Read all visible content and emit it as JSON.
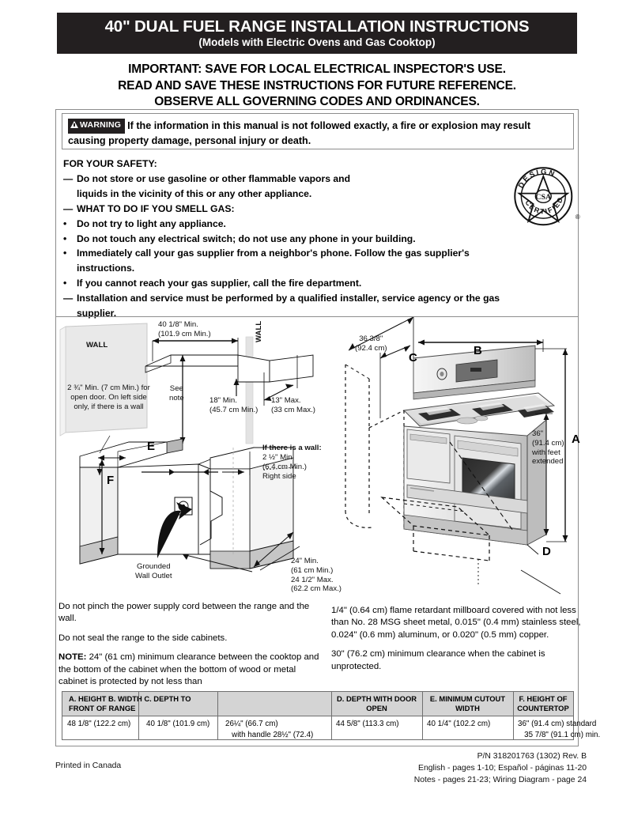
{
  "banner": {
    "title": "40\" DUAL FUEL RANGE INSTALLATION INSTRUCTIONS",
    "subtitle": "(Models with Electric Ovens and Gas Cooktop)"
  },
  "important": {
    "line1": "IMPORTANT: SAVE FOR LOCAL ELECTRICAL INSPECTOR'S USE.",
    "line2": "READ AND SAVE THESE INSTRUCTIONS FOR FUTURE REFERENCE.",
    "line3": "OBSERVE ALL GOVERNING CODES AND ORDINANCES."
  },
  "warning": {
    "badge": "WARNING",
    "text_line1": "If the information in this manual is not followed exactly, a fire or explosion may result",
    "text_line2": "causing property damage, personal injury or death."
  },
  "safety": {
    "heading": "FOR YOUR SAFETY:",
    "items": [
      {
        "mark": "—",
        "text": "Do not store or use gasoline or other flammable vapors and",
        "cont": "liquids in the vicinity of this or any other appliance."
      },
      {
        "mark": "—",
        "text": "WHAT TO DO IF YOU SMELL GAS:",
        "cont": ""
      },
      {
        "mark": "•",
        "text": "Do not try to light any appliance.",
        "cont": ""
      },
      {
        "mark": "•",
        "text": "Do not touch any electrical switch; do not use any phone in your building.",
        "cont": ""
      },
      {
        "mark": "•",
        "text": "Immediately call your gas supplier from a neighbor's phone. Follow the gas supplier's",
        "cont": "instructions."
      },
      {
        "mark": "•",
        "text": "If you cannot reach your gas supplier, call the fire department.",
        "cont": ""
      },
      {
        "mark": "—",
        "text": "Installation and service must be performed by a qualified installer, service agency or the gas",
        "cont": "supplier."
      }
    ]
  },
  "csa_logo": {
    "top_text": "DESIGN",
    "bottom_text": "CERTIFIED",
    "center_text": "CSA",
    "registered_mark": "®"
  },
  "diagram_left": {
    "wall_label": "WALL",
    "wall_label_right": "WALL",
    "dim_top": "40 1/8\" Min.\n(101.9 cm Min.)",
    "see_note": "See\nnote",
    "left_clearance": "2 ¾\" Min. (7 cm\nMin.) for open door.\nOn left side only, if\nthere is a wall",
    "dim_18": "18\" Min.\n(45.7 cm Min.)",
    "dim_13": "13\" Max.\n(33 cm Max.)",
    "if_wall_title": "If there is a wall:",
    "if_wall_body": "2 ½\" Min.\n(6.4 cm Min.)\nRight side",
    "letter_E": "E",
    "letter_F": "F",
    "outlet_label": "Grounded\nWall Outlet",
    "dim_24": "24\" Min.\n(61 cm Min.)\n24 1/2\" Max.\n(62.2 cm Max.)"
  },
  "diagram_right": {
    "dim_depth": "36 3/8\"\n(92.4 cm)",
    "letter_A": "A",
    "letter_B": "B",
    "letter_C": "C",
    "letter_D": "D",
    "height_note": "36\"\n(91.4 cm)\nwith feet\nextended"
  },
  "notes_left": [
    "Do not pinch the power supply cord between the range and the wall.",
    "Do not seal the range to the side cabinets.",
    "NOTE: 24\" (61 cm) minimum clearance between the cooktop and the bottom of the cabinet when the bottom of wood or metal cabinet is protected by not less than"
  ],
  "notes_left_bold_prefix": "NOTE:",
  "notes_right": [
    "1/4\" (0.64 cm) flame retardant millboard covered with not less than No. 28 MSG sheet metal, 0.015\" (0.4 mm) stainless steel, 0.024\" (0.6 mm) aluminum, or 0.020\" (0.5 mm) copper.",
    "30\" (76.2 cm) minimum clearance when the cabinet is unprotected."
  ],
  "table": {
    "headers": [
      "A. HEIGHT",
      "B. WIDTH",
      "C. DEPTH TO FRONT\nOF RANGE",
      "D. DEPTH WITH\nDOOR OPEN",
      "E. MINIMUM\nCUTOUT WIDTH",
      "F. HEIGHT OF\nCOUNTERTOP"
    ],
    "values": [
      "48 1/8\" (122.2 cm)",
      "40 1/8\" (101.9 cm)",
      "26¼\" (66.7 cm)\n   with handle 28½\" (72.4)",
      "44 5/8\" (113.3 cm)",
      "40 1/4\" (102.2 cm)",
      "36\" (91.4 cm) standard\n   35 7/8\" (91.1 cm) min."
    ]
  },
  "footer": {
    "printed_in": "Printed in Canada",
    "pn": "P/N 318201763 (1302) Rev. B",
    "pages": "English - pages 1-10; Español - páginas 11-20",
    "notes_pages": "Notes - pages 21-23; Wiring Diagram - page 24"
  },
  "colors": {
    "banner_bg": "#231f20",
    "frame_border": "#8d8d8d",
    "table_header_bg": "#d4d4d4"
  }
}
